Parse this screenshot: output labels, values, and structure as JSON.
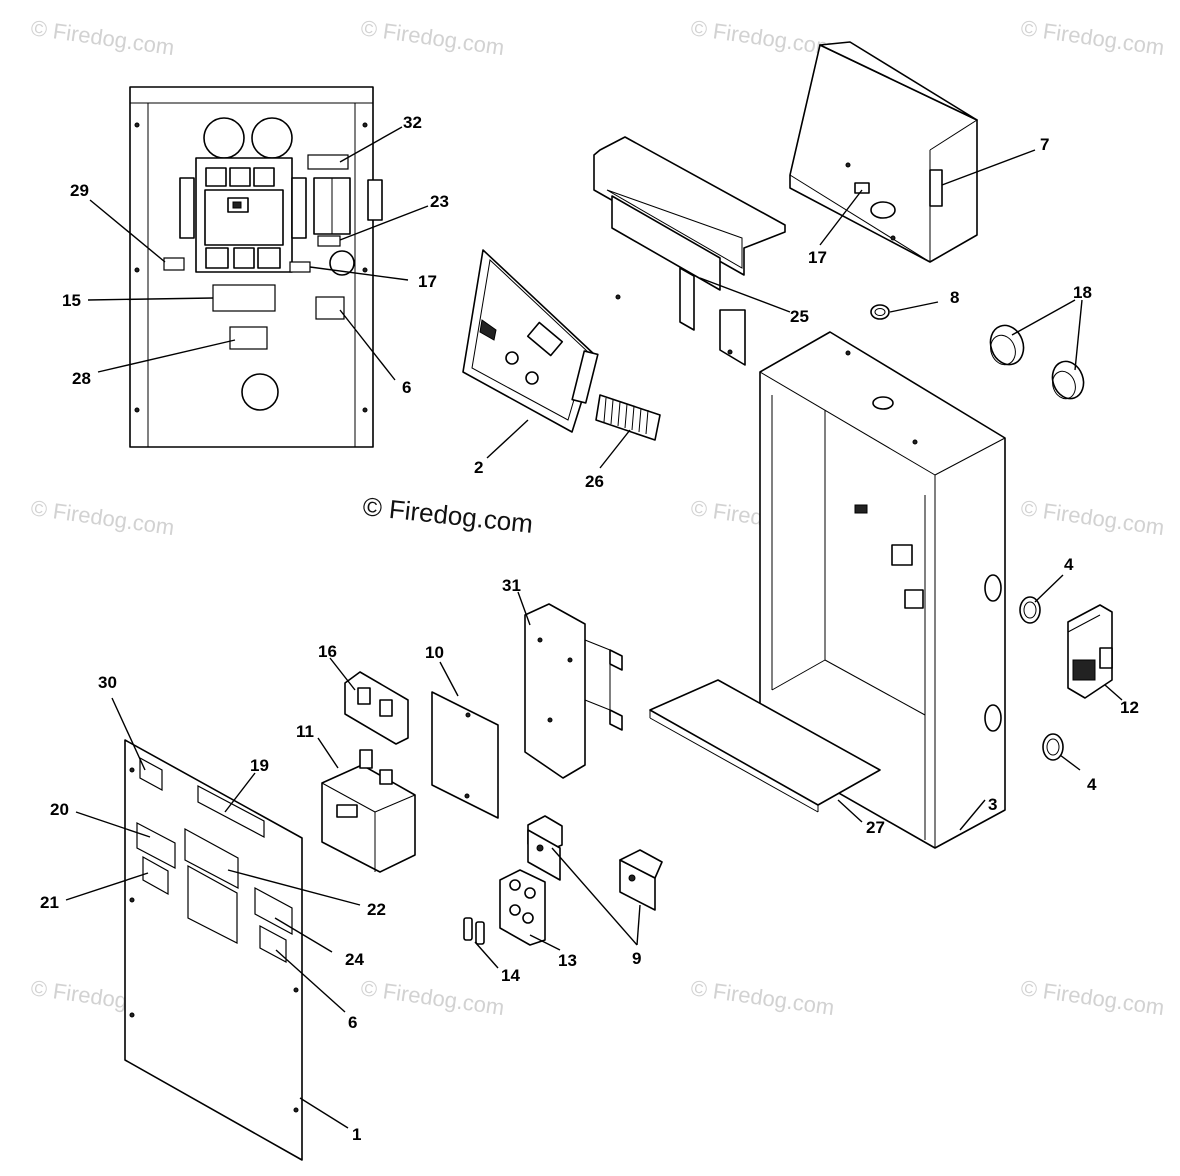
{
  "watermark": {
    "text": "© Firedog.com",
    "main_text": "© Firedog.com"
  },
  "callouts": [
    {
      "id": "c32",
      "label": "32"
    },
    {
      "id": "c29",
      "label": "29"
    },
    {
      "id": "c23",
      "label": "23"
    },
    {
      "id": "c17a",
      "label": "17"
    },
    {
      "id": "c15",
      "label": "15"
    },
    {
      "id": "c6a",
      "label": "6"
    },
    {
      "id": "c28",
      "label": "28"
    },
    {
      "id": "c7",
      "label": "7"
    },
    {
      "id": "c17b",
      "label": "17"
    },
    {
      "id": "c25",
      "label": "25"
    },
    {
      "id": "c8",
      "label": "8"
    },
    {
      "id": "c18",
      "label": "18"
    },
    {
      "id": "c2",
      "label": "2"
    },
    {
      "id": "c26",
      "label": "26"
    },
    {
      "id": "c31",
      "label": "31"
    },
    {
      "id": "c16",
      "label": "16"
    },
    {
      "id": "c10",
      "label": "10"
    },
    {
      "id": "c11",
      "label": "11"
    },
    {
      "id": "c30",
      "label": "30"
    },
    {
      "id": "c19",
      "label": "19"
    },
    {
      "id": "c20",
      "label": "20"
    },
    {
      "id": "c21",
      "label": "21"
    },
    {
      "id": "c22",
      "label": "22"
    },
    {
      "id": "c24",
      "label": "24"
    },
    {
      "id": "c6b",
      "label": "6"
    },
    {
      "id": "c1",
      "label": "1"
    },
    {
      "id": "c14",
      "label": "14"
    },
    {
      "id": "c13",
      "label": "13"
    },
    {
      "id": "c9",
      "label": "9"
    },
    {
      "id": "c27",
      "label": "27"
    },
    {
      "id": "c3",
      "label": "3"
    },
    {
      "id": "c4a",
      "label": "4"
    },
    {
      "id": "c4b",
      "label": "4"
    },
    {
      "id": "c12",
      "label": "12"
    }
  ]
}
